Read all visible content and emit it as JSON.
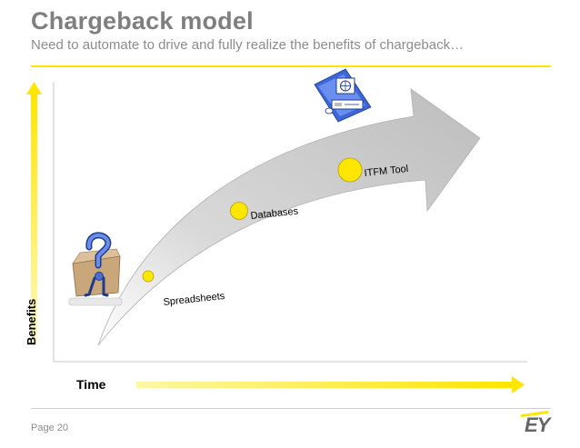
{
  "header": {
    "title": "Chargeback model",
    "subtitle": "Need to automate to drive and fully realize the benefits of chargeback…"
  },
  "axes": {
    "y_label": "Benefits",
    "x_label": "Time"
  },
  "stages": [
    {
      "label": "Spreadsheets",
      "icon": "person-with-question-mark-icon"
    },
    {
      "label": "Databases",
      "icon": ""
    },
    {
      "label": "ITFM Tool",
      "icon": "computer-workstation-icon"
    }
  ],
  "footer": {
    "page": "Page 20",
    "logo": "EY"
  },
  "colors": {
    "accent": "#ffe600",
    "arrow": "#c6c6c6",
    "title": "#7f7f7f"
  }
}
